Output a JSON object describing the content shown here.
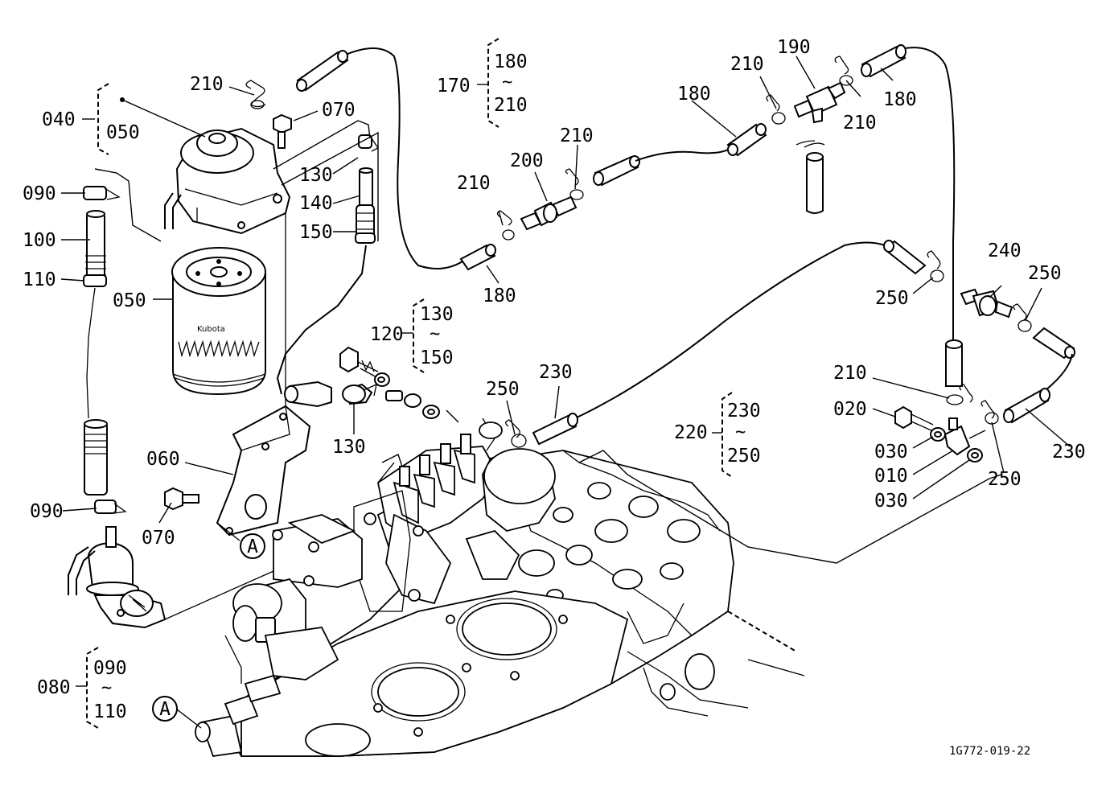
{
  "labels": {
    "p010": "010",
    "p020": "020",
    "p030a": "030",
    "p030b": "030",
    "p040": "040",
    "p040_sub": "050",
    "p050_tag": "050",
    "p050": "050",
    "p060": "060",
    "p070a": "070",
    "p070b": "070",
    "p080": "080",
    "p080_from": "090",
    "p080_to": "110",
    "p090a": "090",
    "p090b": "090",
    "p100": "100",
    "p110": "110",
    "p120": "120",
    "p120_from": "130",
    "p120_to": "150",
    "p130a": "130",
    "p130b": "130",
    "p140": "140",
    "p150": "150",
    "p170": "170",
    "p170_from": "180",
    "p170_to": "210",
    "p180a": "180",
    "p180b": "180",
    "p180c": "180",
    "p190": "190",
    "p200": "200",
    "p210a": "210",
    "p210b": "210",
    "p210c": "210",
    "p210d": "210",
    "p210e": "210",
    "p210f": "210",
    "p220": "220",
    "p220_from": "230",
    "p220_to": "250",
    "p230a": "230",
    "p230b": "230",
    "p240": "240",
    "p250a": "250",
    "p250b": "250",
    "p250c": "250",
    "p250d": "250"
  },
  "range_mark": "~",
  "callout_letter": "A",
  "filter_brand": "Kubota",
  "drawing_number": "1G772-019-22"
}
